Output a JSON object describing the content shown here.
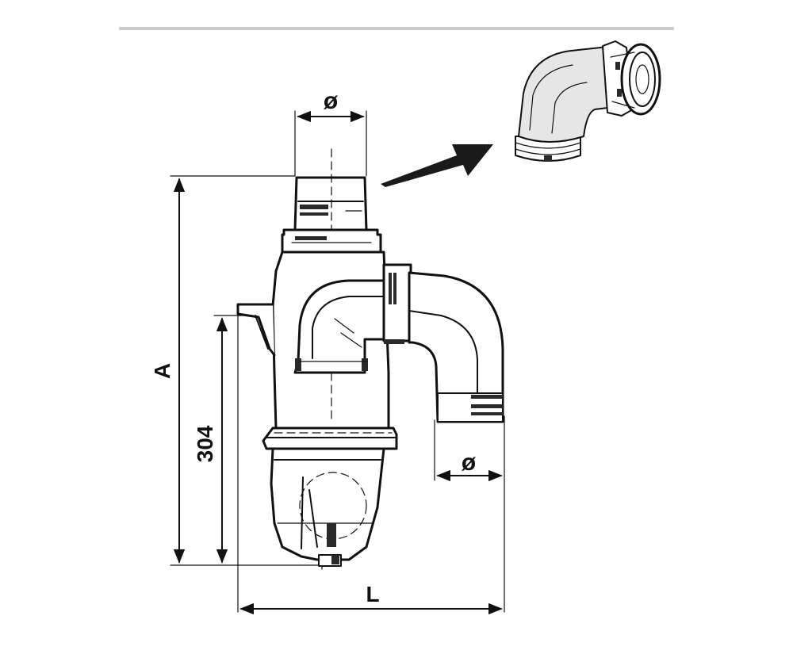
{
  "diagram": {
    "labels": {
      "inlet_diameter": "ø",
      "outlet_diameter": "ø",
      "overall_height": "A",
      "body_height": "304",
      "overall_length": "L"
    },
    "colors": {
      "ink": "#111111",
      "background": "#ffffff",
      "divider": "#cccccc"
    }
  }
}
